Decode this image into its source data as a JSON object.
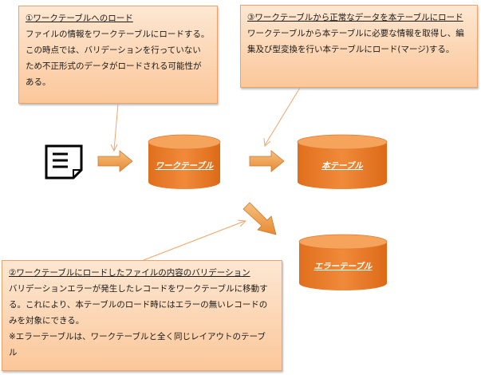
{
  "notes": {
    "load_to_work": {
      "title": "①ワークテーブルへのロード",
      "lines": [
        "ファイルの情報をワークテーブルにロードする。",
        "この時点では、バリデーションを行っていない",
        "ため不正形式のデータがロードされる可能性が",
        "ある。"
      ]
    },
    "load_to_main": {
      "title": "③ワークテーブルから正常なデータを本テーブルにロード",
      "lines": [
        "ワークテーブルから本テーブルに必要な情報を取得し、編",
        "集及び型変換を行い本テーブルにロード(マージ)する。"
      ]
    },
    "validation": {
      "title": "②ワークテーブルにロードしたファイルの内容のバリデーション",
      "lines": [
        "バリデーションエラーが発生したレコードをワークテーブルに移動す",
        "る。これにより、本テーブルのロード時にはエラーの無いレコードの",
        "みを対象にできる。",
        "※エラーテーブルは、ワークテーブルと全く同じレイアウトのテーブ",
        "ル"
      ]
    }
  },
  "tables": {
    "work": "ワークテーブル",
    "main": "本テーブル",
    "error": "エラーテーブル"
  },
  "colors": {
    "cylinder_top": "#f6a35c",
    "cylinder_body": "#e8792a",
    "arrow": "#f0a04b",
    "note_bg": "#fbd3af",
    "callout_line": "#f0a56a"
  }
}
